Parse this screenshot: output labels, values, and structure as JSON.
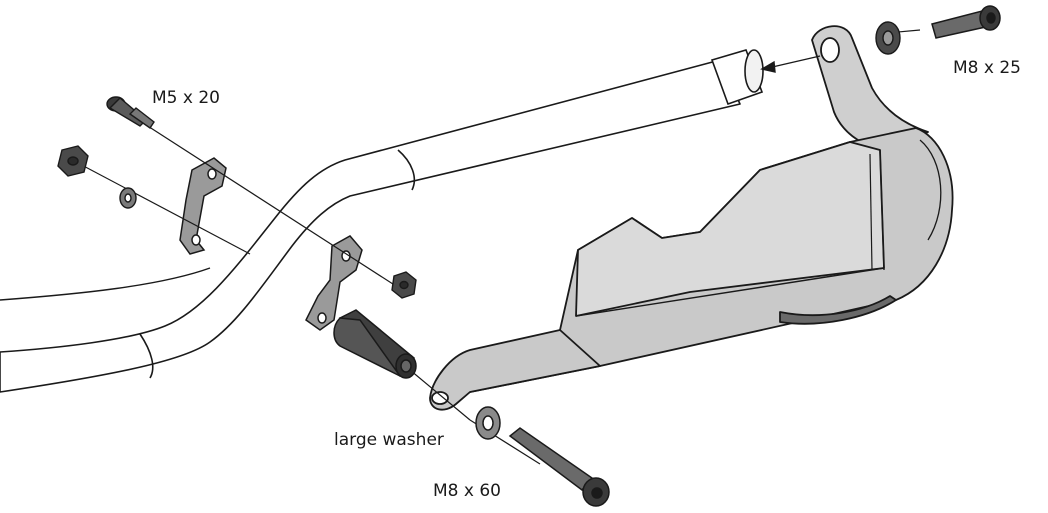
{
  "labels": {
    "m5_bolt": "M5 x 20",
    "m8_short_bolt": "M8 x 25",
    "large_washer": "large washer",
    "m8_long_bolt": "M8 x 60"
  },
  "colors": {
    "line": "#1a1a1a",
    "guard_fill": "#c9c9c9",
    "guard_light": "#dedede",
    "part_dark": "#4a4a4a",
    "part_mid": "#8a8a8a",
    "background": "#ffffff"
  }
}
